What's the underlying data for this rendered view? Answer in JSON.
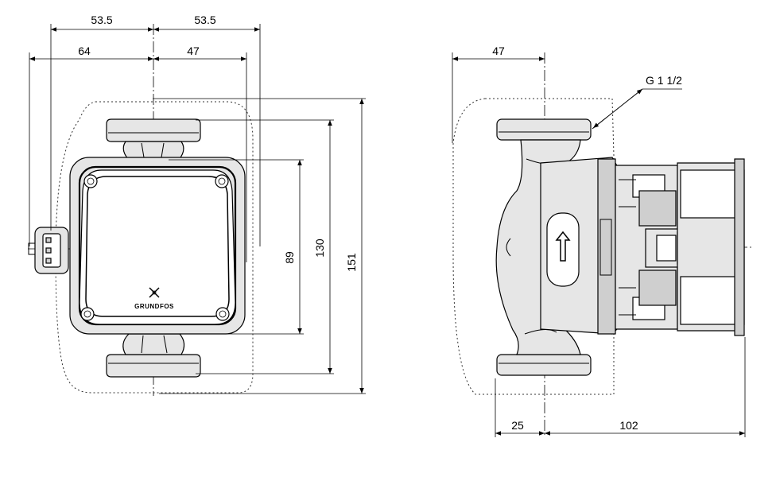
{
  "drawing": {
    "front_view": {
      "dim_top_left": "53.5",
      "dim_top_right": "53.5",
      "dim_left": "64",
      "dim_right": "47",
      "dim_89": "89",
      "dim_130": "130",
      "dim_151": "151",
      "brand": "GRUNDFOS"
    },
    "side_view": {
      "dim_top": "47",
      "thread_label": "G 1 1/2",
      "dim_bottom_left": "25",
      "dim_bottom_right": "102"
    }
  }
}
